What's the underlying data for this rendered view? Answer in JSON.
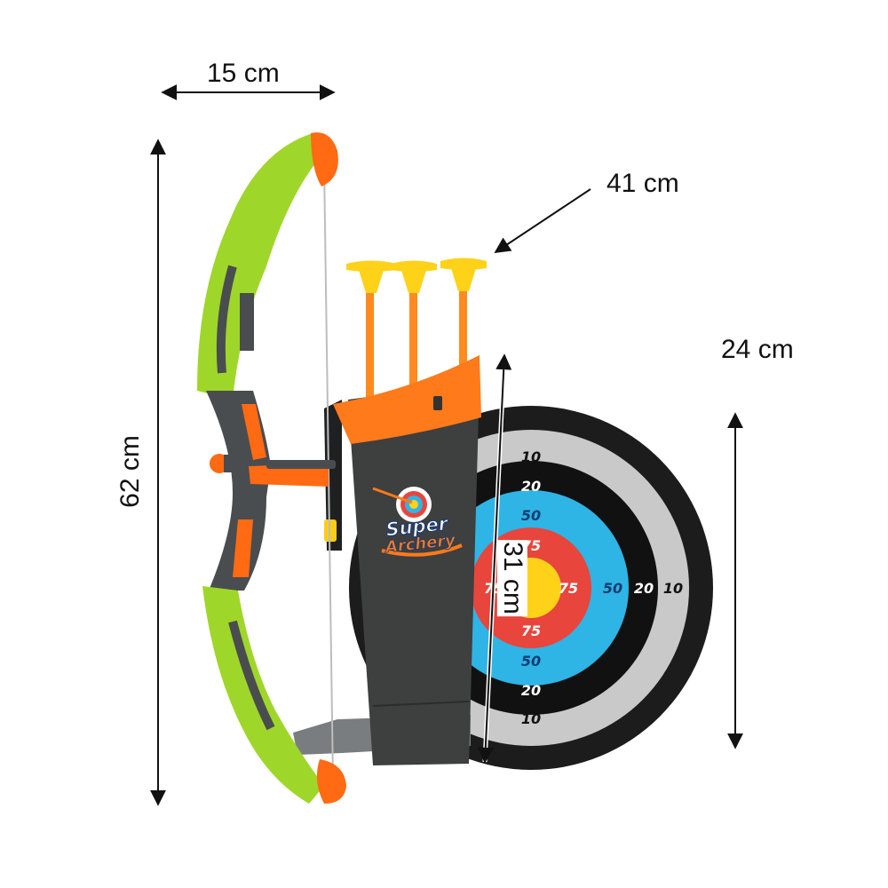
{
  "dimensions": {
    "bow_width": "15 cm",
    "bow_height": "62 cm",
    "arrow_length": "41 cm",
    "target_diameter": "24 cm",
    "quiver_height": "31 cm"
  },
  "quiver": {
    "logo_line1": "Super",
    "logo_line2": "Archery"
  },
  "target": {
    "rings": [
      "10",
      "20",
      "50",
      "75"
    ],
    "colors": {
      "outer": "#1c1c1c",
      "grey": "#c9c9c9",
      "black_ring": "#111111",
      "blue": "#2fb4e6",
      "red": "#e8453c",
      "yellow": "#ffd21a"
    }
  },
  "colors": {
    "bow_green": "#9fd62a",
    "bow_dark": "#4a4d4f",
    "bow_orange": "#ff6a13",
    "quiver_body": "#3e3f3f",
    "quiver_top": "#ff7a1a",
    "suction_cup": "#ffd21a",
    "arrow_shaft": "#ff8a1f"
  }
}
